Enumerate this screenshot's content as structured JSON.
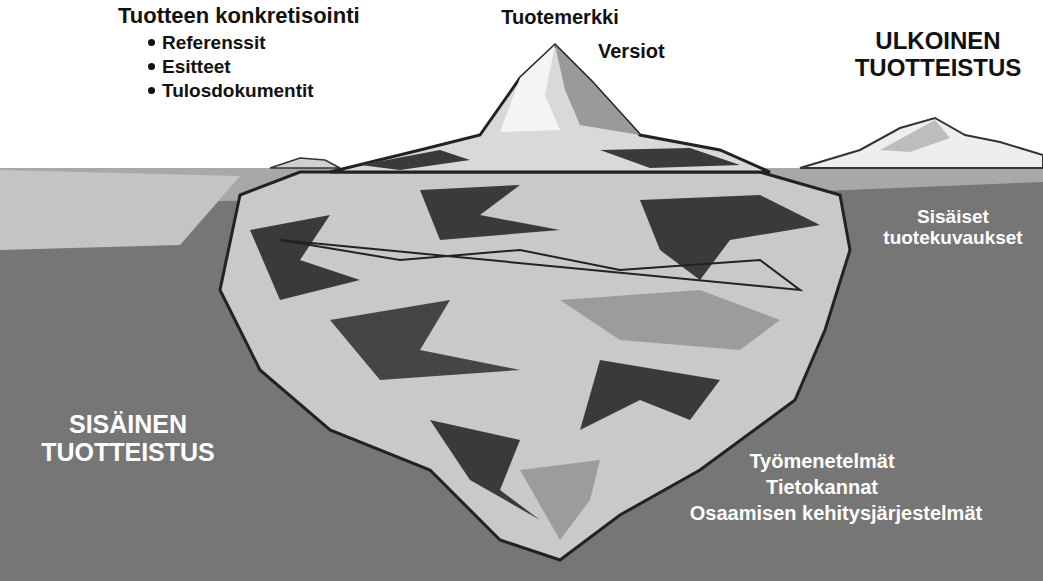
{
  "diagram": {
    "labels": [
      "Tuotteen konkretisointi",
      "Referenssit",
      "Esitteet",
      "Tulosdokumentit",
      "Tuotemerkki",
      "Versiot",
      "ULKOINEN TUOTTEISTUS",
      "Sisäiset tuotekuvaukset",
      "SISÄINEN TUOTTEISTUS",
      "Työmenetelmät",
      "Tietokannat",
      "Osaamisen kehitysjärjestelmät"
    ]
  }
}
